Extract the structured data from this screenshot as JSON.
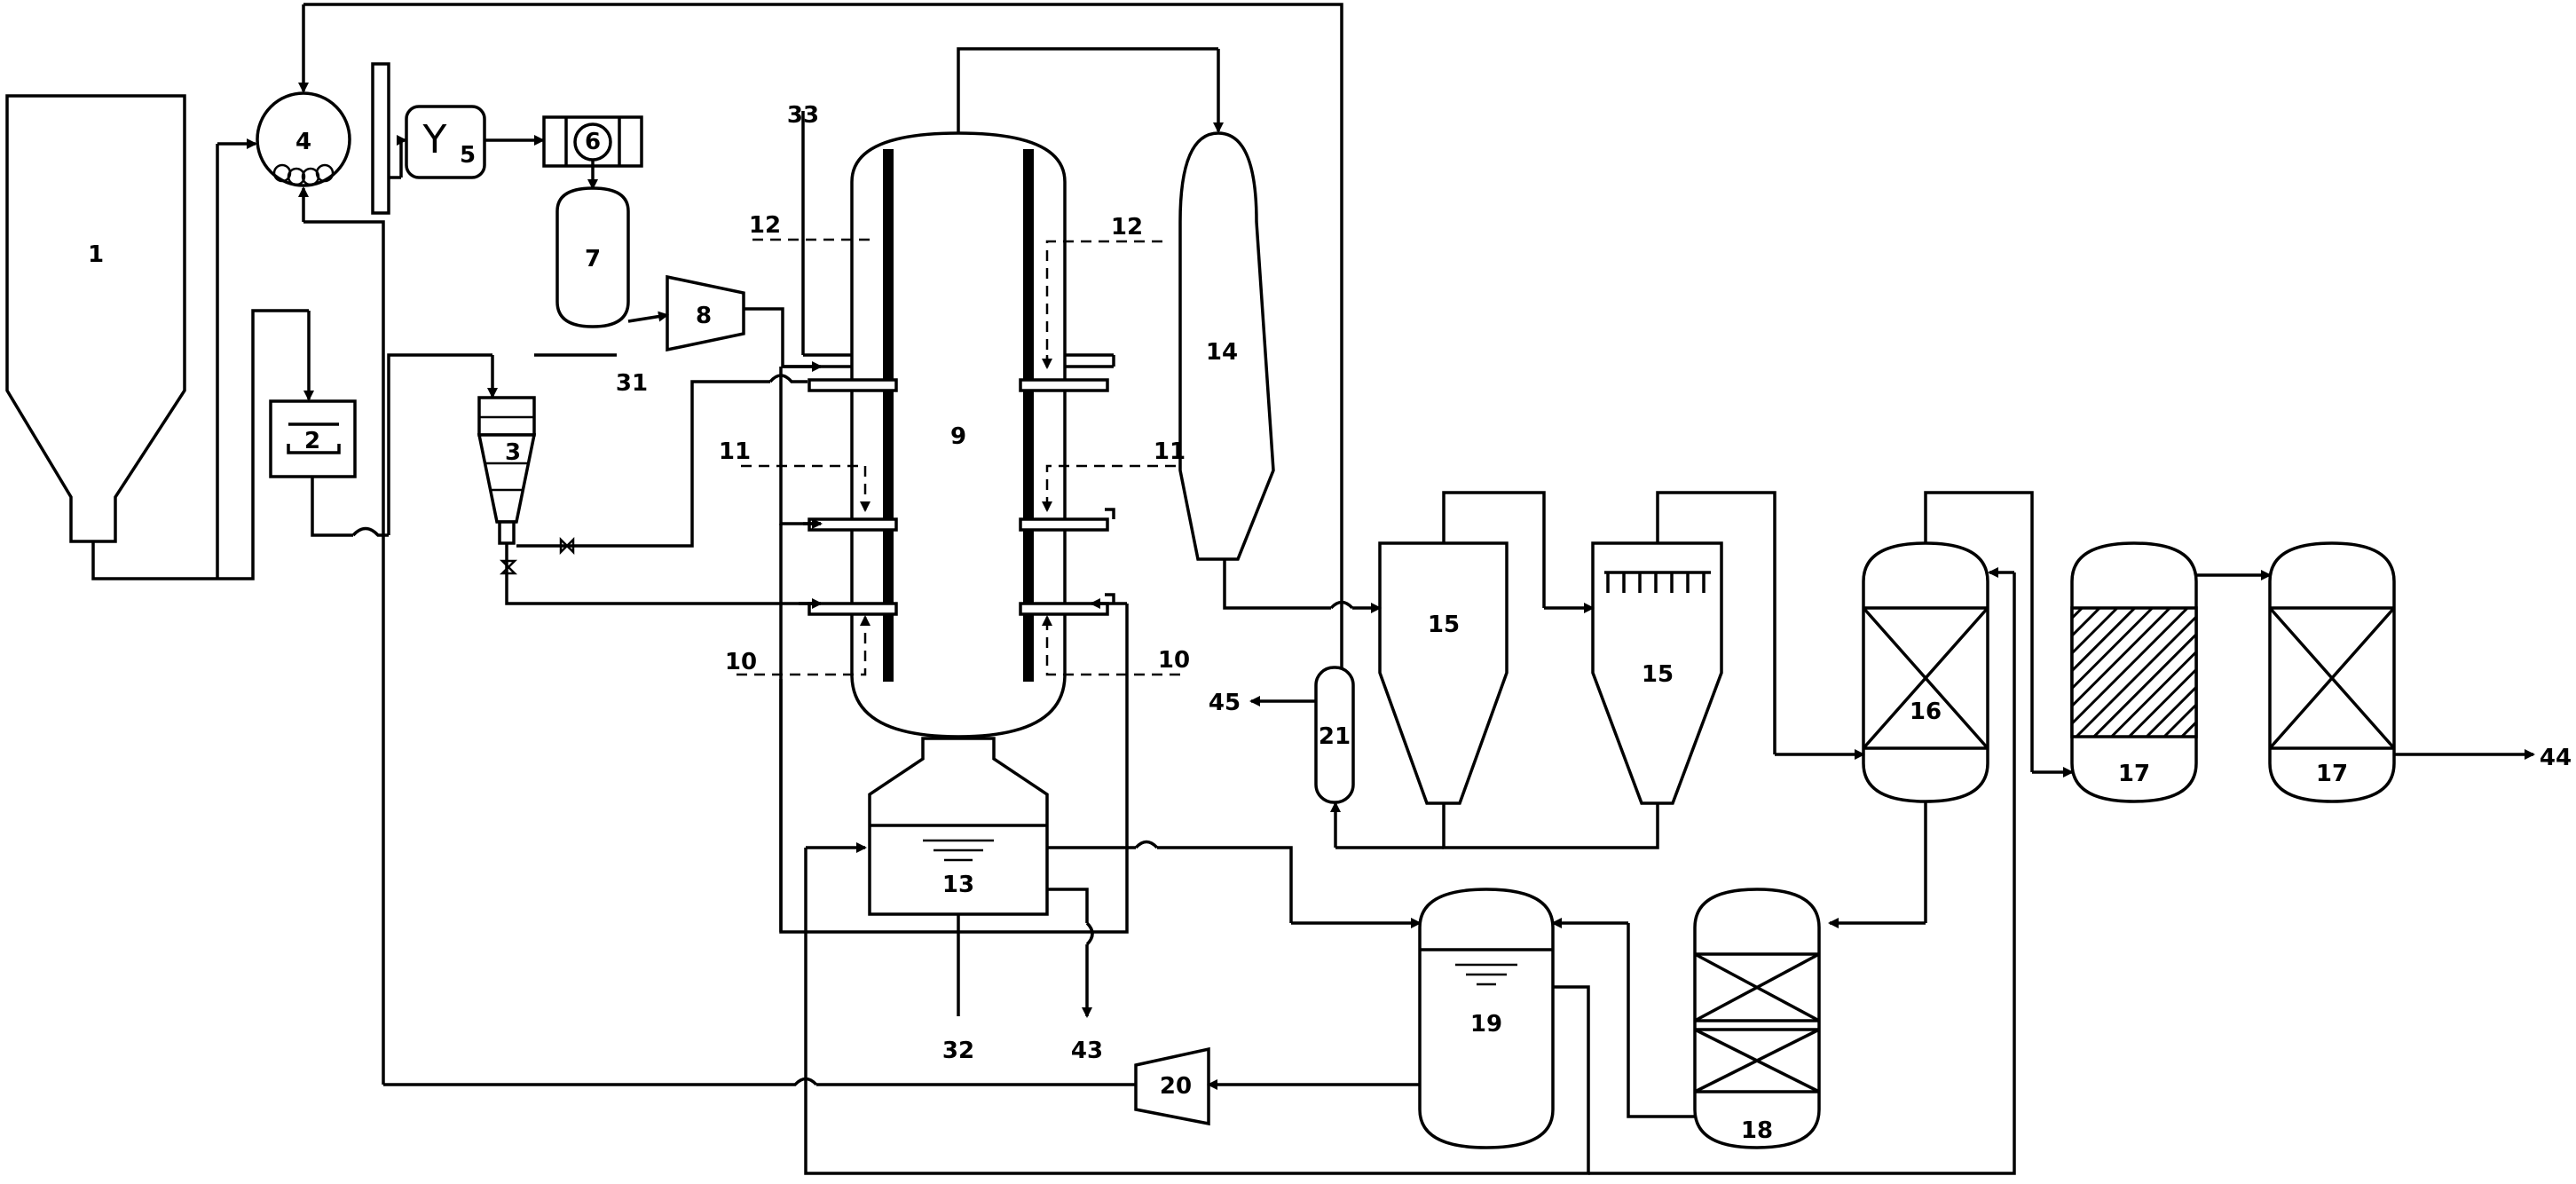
{
  "labels": {
    "l1": "1",
    "l2": "2",
    "l3": "3",
    "l4": "4",
    "l5": "5",
    "l6": "6",
    "l7": "7",
    "l8": "8",
    "l9": "9",
    "l10a": "10",
    "l10b": "10",
    "l11a": "11",
    "l11b": "11",
    "l12a": "12",
    "l12b": "12",
    "l13": "13",
    "l14": "14",
    "l15a": "15",
    "l15b": "15",
    "l16": "16",
    "l17a": "17",
    "l17b": "17",
    "l18": "18",
    "l19": "19",
    "l20": "20",
    "l21": "21",
    "l31": "31",
    "l32": "32",
    "l33": "33",
    "l43": "43",
    "l44": "44",
    "l45": "45"
  },
  "cyclone_y_glyph": "Y",
  "colors": {
    "line": "#000000",
    "background": "#ffffff"
  }
}
